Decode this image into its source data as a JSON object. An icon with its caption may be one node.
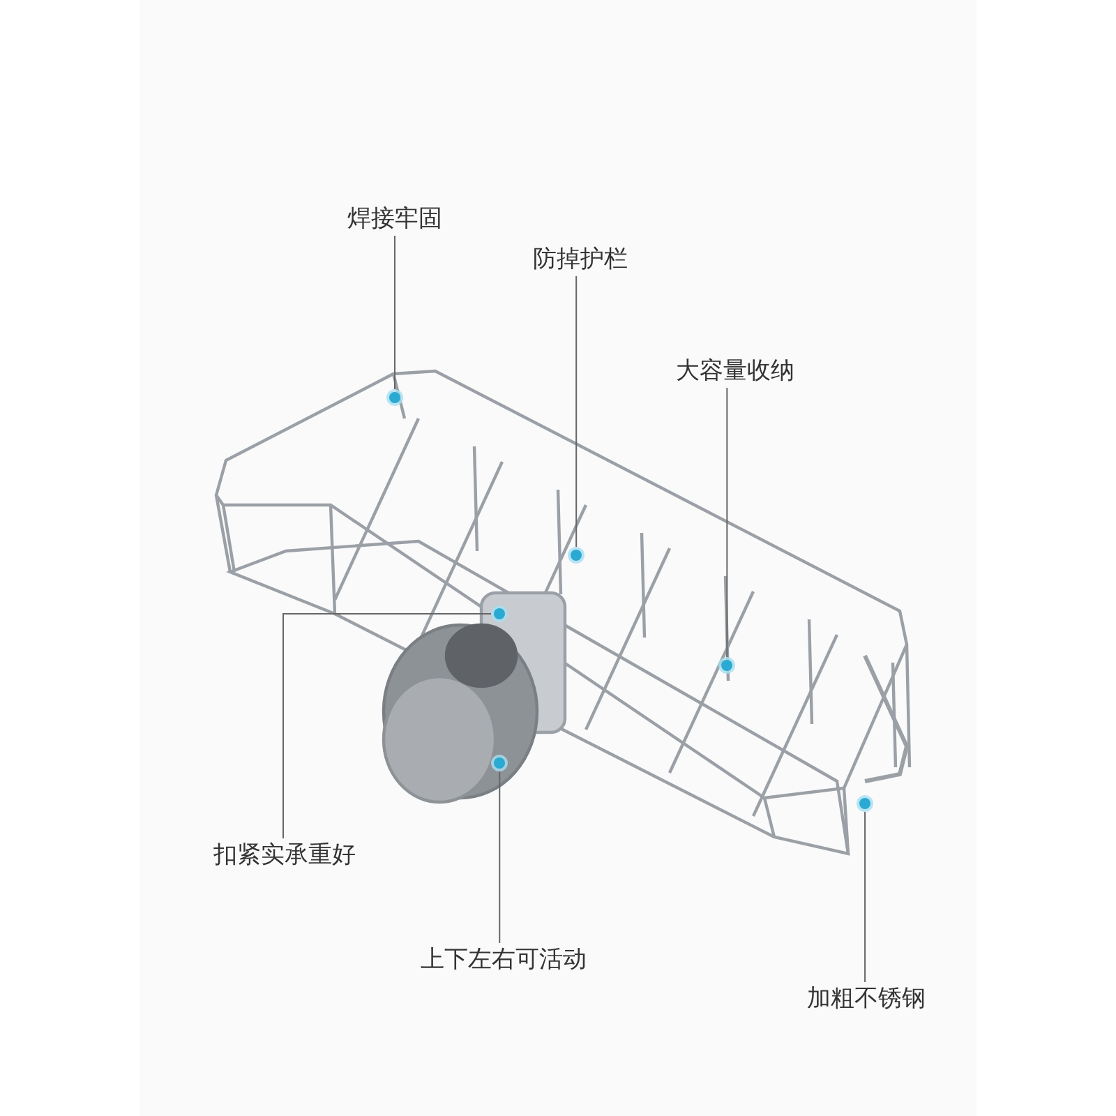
{
  "diagram": {
    "nodes": [
      {
        "text": [
          "焊接牢固"
        ]
      },
      {
        "text": [
          "防掉护栏"
        ]
      },
      {
        "text": [
          "大容量收纳"
        ]
      },
      {
        "text": [
          "扣紧实承重好"
        ]
      },
      {
        "text": [
          "上下左右可活动"
        ]
      },
      {
        "text": [
          "加粗不锈钢"
        ]
      },
      {
        "text": [],
        "shape": "circle"
      },
      {
        "text": [],
        "shape": "circle"
      },
      {
        "text": [],
        "shape": "circle"
      },
      {
        "text": [],
        "shape": "circle"
      },
      {
        "text": [],
        "shape": "circle"
      },
      {
        "text": [],
        "shape": "circle"
      }
    ],
    "edges": [
      {
        "from": 0,
        "to": 6,
        "arrow": "none"
      },
      {
        "from": 1,
        "to": 7,
        "arrow": "none"
      },
      {
        "from": 2,
        "to": 8,
        "arrow": "none"
      },
      {
        "from": 3,
        "to": 9,
        "arrow": "none"
      },
      {
        "from": 4,
        "to": 10,
        "arrow": "none"
      },
      {
        "from": 5,
        "to": 11,
        "arrow": "none"
      }
    ]
  }
}
